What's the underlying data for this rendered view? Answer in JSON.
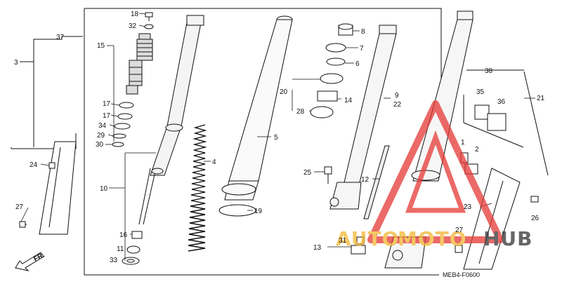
{
  "labels": {
    "l18": "18",
    "l32": "32",
    "l15": "15",
    "l17a": "17",
    "l17b": "17",
    "l34": "34",
    "l29": "29",
    "l30": "30",
    "l24": "24",
    "l27a": "27",
    "l37": "37",
    "l3": "3",
    "l10": "10",
    "l16": "16",
    "l11": "11",
    "l33": "33",
    "l4": "4",
    "l5": "5",
    "l19": "19",
    "l8": "8",
    "l7": "7",
    "l6": "6",
    "l20": "20",
    "l14": "14",
    "l28": "28",
    "l25": "25",
    "l12": "12",
    "l9": "9",
    "l22": "22",
    "l13": "13",
    "l31": "31",
    "l38": "38",
    "l21": "21",
    "l35": "35",
    "l36": "36",
    "l1": "1",
    "l2": "2",
    "l23": "23",
    "l26": "26",
    "l27b": "27"
  },
  "direction_label": "FR.",
  "diagram_code": "MEB4-F0600",
  "watermark": {
    "left": "AUTO",
    "mid": "MOTO",
    "right": "HUB",
    "color_red": "#e53935",
    "color_gold": "#f2b632",
    "color_dark": "#333333"
  }
}
